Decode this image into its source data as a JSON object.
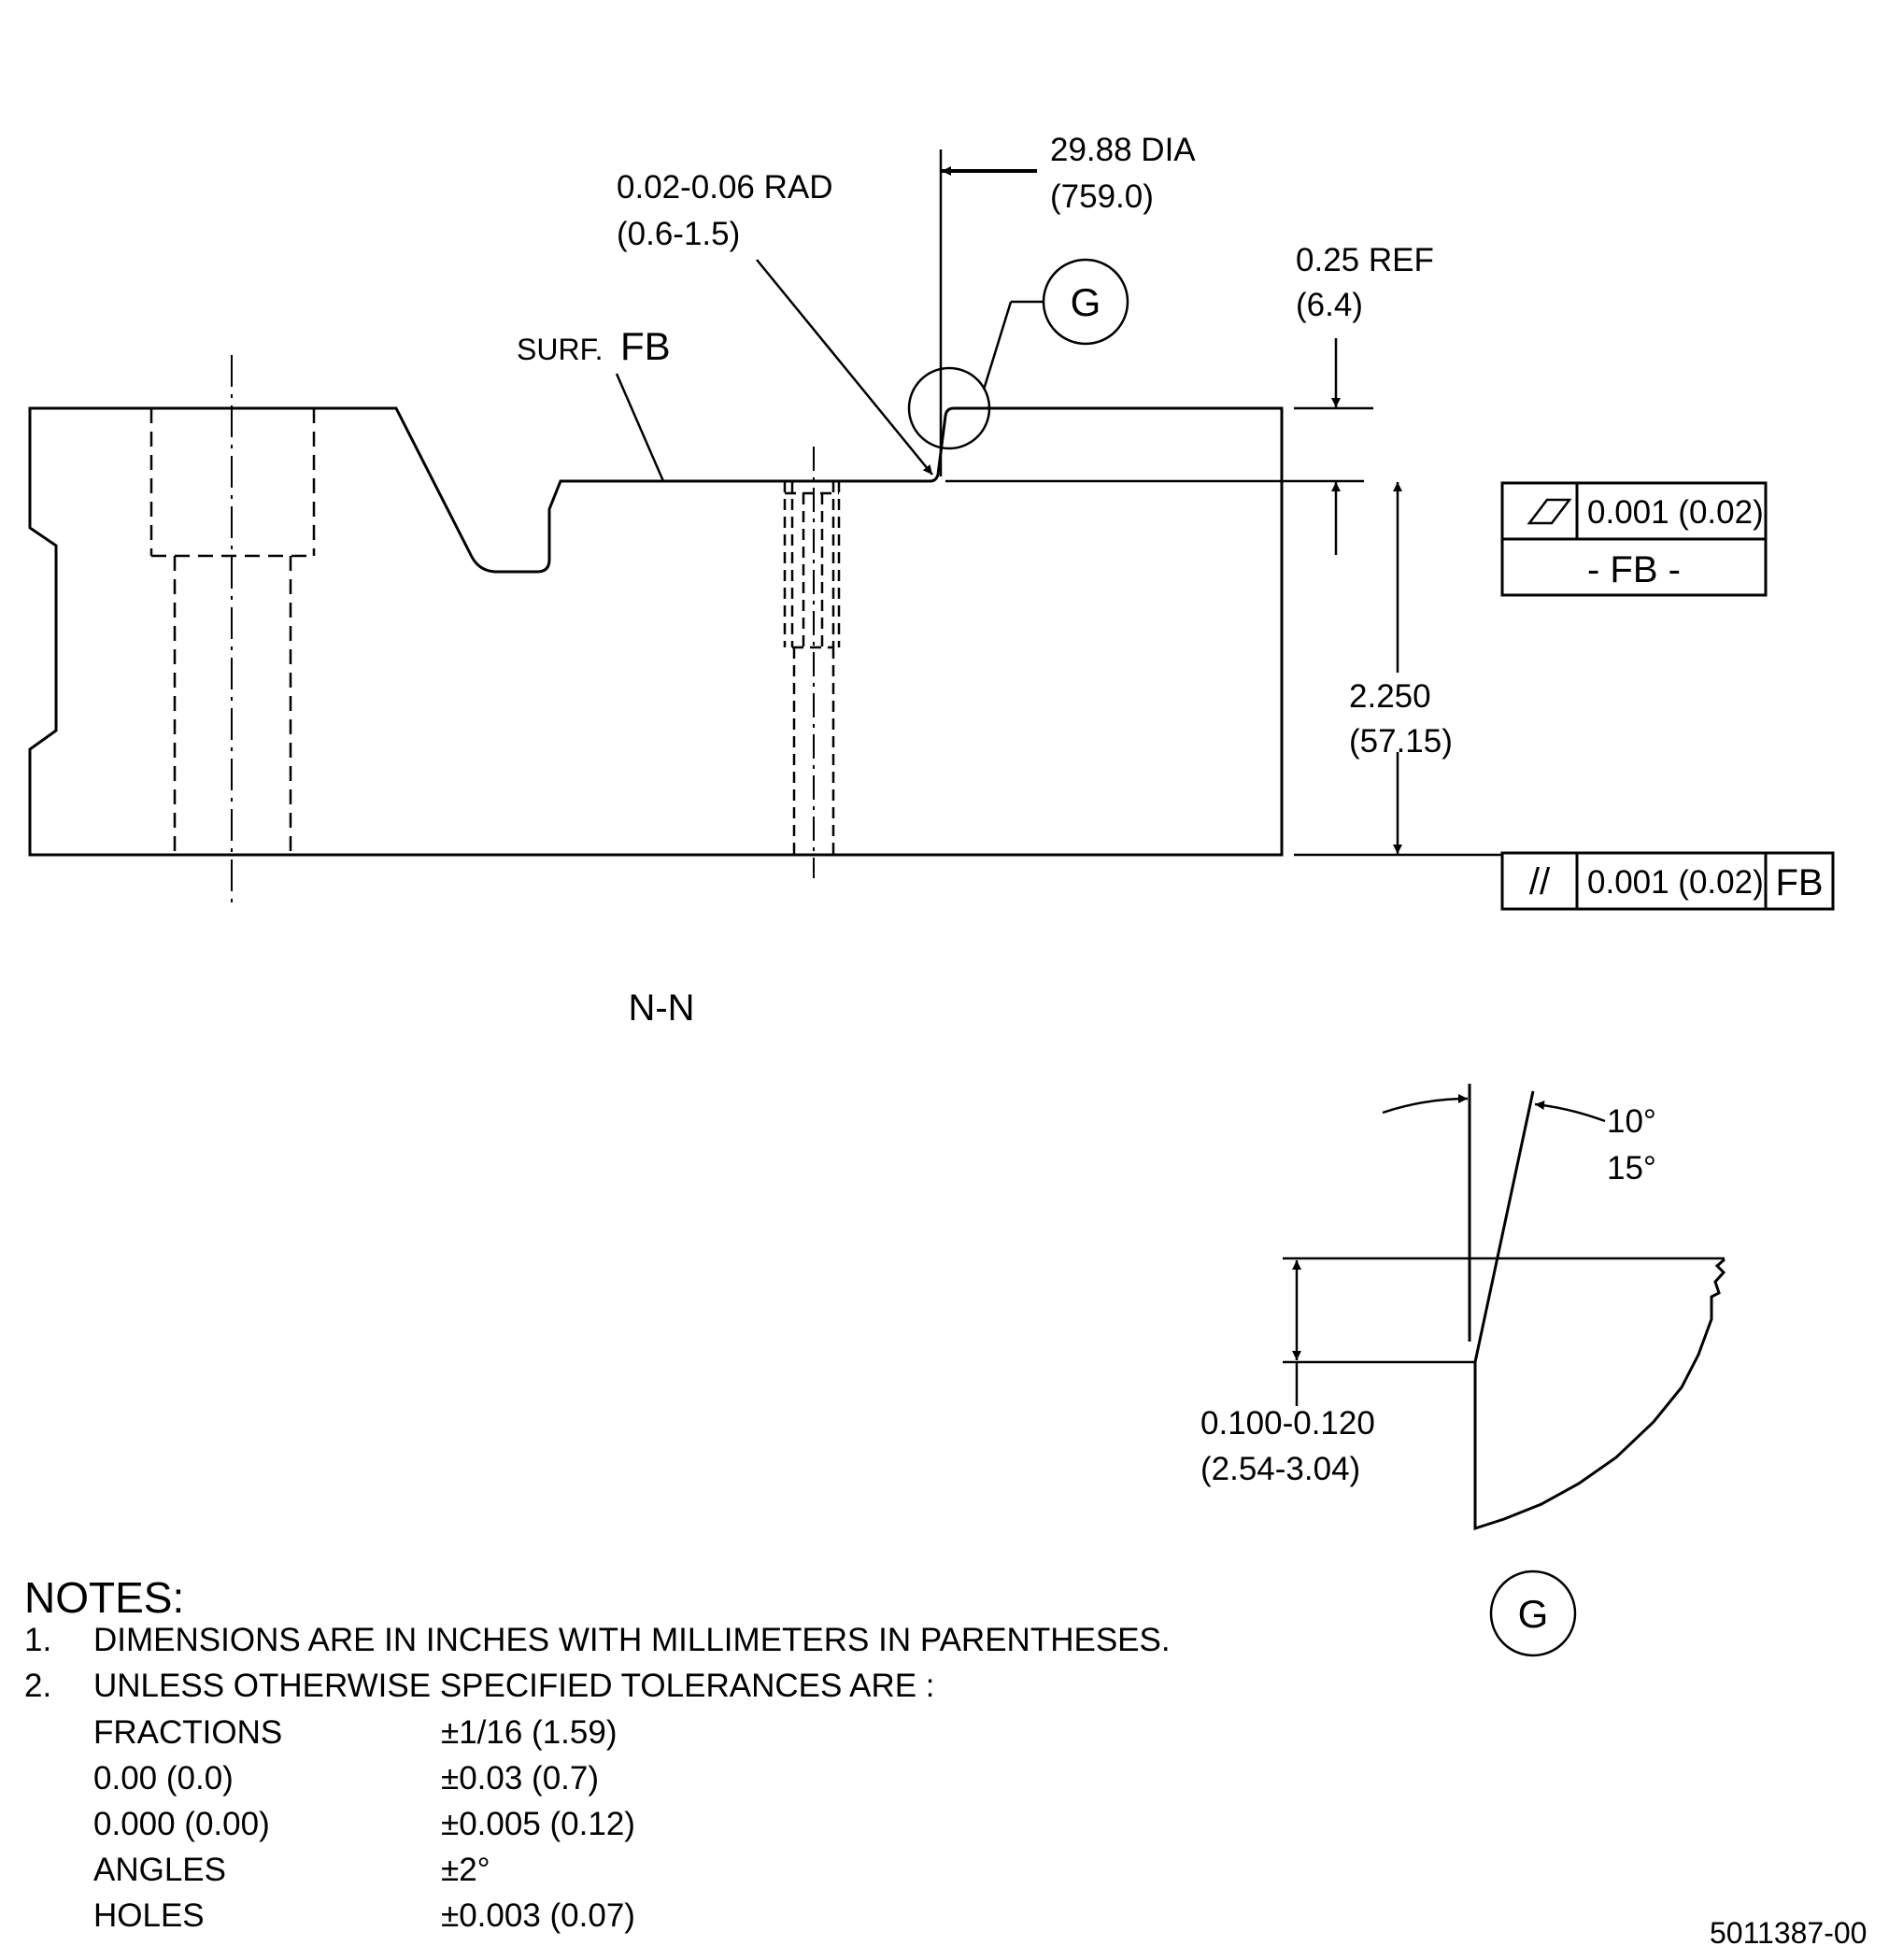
{
  "drawing": {
    "section_label": "N-N",
    "dia": {
      "in": "29.88 DIA",
      "mm": "(759.0)"
    },
    "rad": {
      "in": "0.02-0.06 RAD",
      "mm": "(0.6-1.5)"
    },
    "surf_prefix": "SURF.",
    "surf_name": "FB",
    "ref": {
      "in": "0.25 REF",
      "mm": "(6.4)"
    },
    "height": {
      "in": "2.250",
      "mm": "(57.15)"
    },
    "detail_callout": "G",
    "flatness": {
      "symbol": "flatness-symbol",
      "value": "0.001 (0.02)",
      "datum_label": "- FB -"
    },
    "parallelism": {
      "symbol": "//",
      "value": "0.001 (0.02)",
      "datum": "FB"
    }
  },
  "detail": {
    "label": "G",
    "angle_1": "10°",
    "angle_2": "15°",
    "depth": {
      "in": "0.100-0.120",
      "mm": "(2.54-3.04)"
    }
  },
  "notes": {
    "title": "NOTES:",
    "items": [
      {
        "num": "1.",
        "text": "DIMENSIONS ARE IN INCHES WITH MILLIMETERS IN PARENTHESES."
      },
      {
        "num": "2.",
        "text": "UNLESS OTHERWISE SPECIFIED TOLERANCES ARE :"
      }
    ],
    "tolerances": [
      {
        "label": "FRACTIONS",
        "value": "±1/16 (1.59)"
      },
      {
        "label": "0.00 (0.0)",
        "value": "±0.03 (0.7)"
      },
      {
        "label": "0.000 (0.00)",
        "value": "±0.005 (0.12)"
      },
      {
        "label": "ANGLES",
        "value": "±2°"
      },
      {
        "label": "HOLES",
        "value": "±0.003 (0.07)"
      }
    ]
  },
  "figure_id": "5011387-00"
}
